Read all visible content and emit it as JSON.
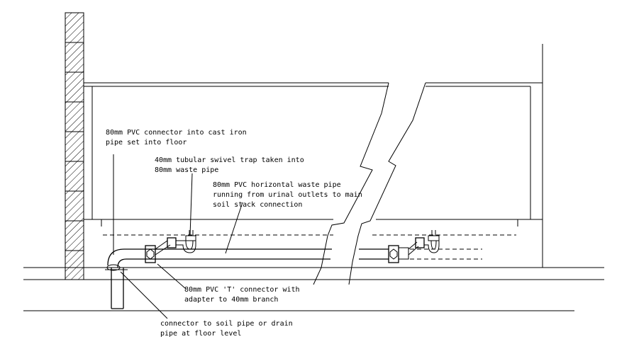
{
  "labels": {
    "connector_cast_iron": [
      "80mm PVC connector into cast iron",
      "pipe set into floor"
    ],
    "swivel_trap": [
      "40mm tubular swivel trap taken into",
      "80mm waste pipe"
    ],
    "horizontal_waste_pipe": [
      "80mm PVC horizontal waste pipe",
      "running from urinal outlets to main",
      "soil stack connection"
    ],
    "t_connector": [
      "80mm PVC 'T' connector with",
      "adapter to 40mm branch"
    ],
    "soil_pipe_connector": [
      "connector to soil pipe or drain",
      "pipe at floor level"
    ]
  }
}
